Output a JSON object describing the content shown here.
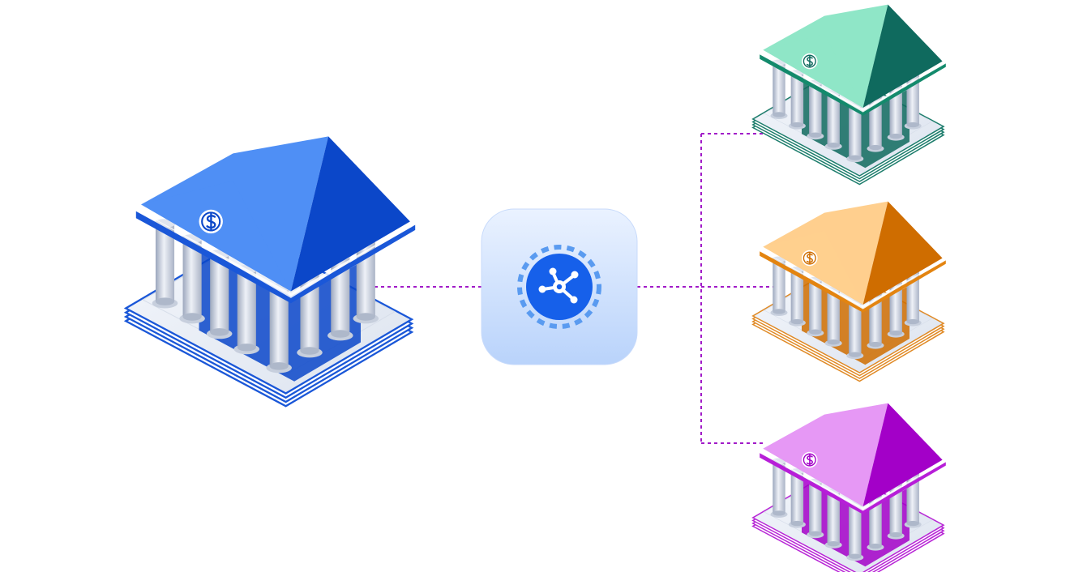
{
  "diagram": {
    "hub": {
      "icon": "network-hub-icon",
      "tile_gradient": [
        "#eaf2ff",
        "#b9d3fb"
      ],
      "ring_color": "#5a9bf0",
      "core_color": "#1660ea",
      "glyph_color": "#ffffff"
    },
    "connector": {
      "color": "#a11bc8",
      "style": "dotted"
    },
    "banks": [
      {
        "id": "main",
        "icon": "dollar-sign-icon",
        "role": "source",
        "colors": {
          "light": "#4f8ff5",
          "dark": "#0b47c9",
          "trim": "#1a57d8",
          "base": "#1a57d8"
        }
      },
      {
        "id": "green",
        "icon": "dollar-sign-icon",
        "role": "destination",
        "colors": {
          "light": "#8fe6c7",
          "dark": "#0f6a5e",
          "trim": "#138a6c",
          "base": "#1d7d6c"
        }
      },
      {
        "id": "orange",
        "icon": "dollar-sign-icon",
        "role": "destination",
        "colors": {
          "light": "#ffcf8e",
          "dark": "#cf6d00",
          "trim": "#e38410",
          "base": "#e08a26"
        }
      },
      {
        "id": "purple",
        "icon": "dollar-sign-icon",
        "role": "destination",
        "colors": {
          "light": "#e698f5",
          "dark": "#a300c8",
          "trim": "#b71ed8",
          "base": "#b826d6"
        }
      }
    ]
  }
}
